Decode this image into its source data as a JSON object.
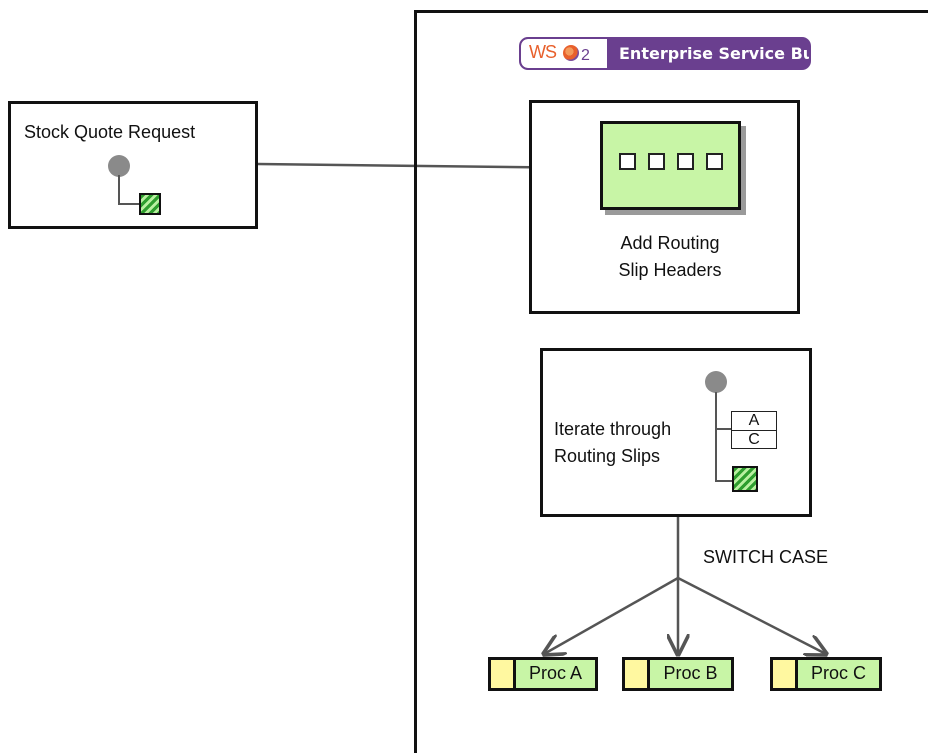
{
  "logo": {
    "brand_ws": "WS",
    "brand_2": "2",
    "title": "Enterprise Service Bus"
  },
  "request": {
    "label": "Stock Quote Request"
  },
  "routing_headers": {
    "label_line1": "Add Routing",
    "label_line2": "Slip Headers"
  },
  "iterate": {
    "label_line1": "Iterate through",
    "label_line2": "Routing Slips",
    "slip_rows": [
      "A",
      "C"
    ]
  },
  "switch_label": "SWITCH CASE",
  "processors": [
    {
      "label": "Proc A"
    },
    {
      "label": "Proc B"
    },
    {
      "label": "Proc C"
    }
  ],
  "colors": {
    "block_green": "#c8f5a6",
    "proc_tab_yellow": "#fff8a0",
    "logo_purple": "#6a3f8f",
    "logo_orange": "#e8602c",
    "endpoint_gray": "#8a8a8a",
    "hatch_green": "#2e9e2e"
  }
}
